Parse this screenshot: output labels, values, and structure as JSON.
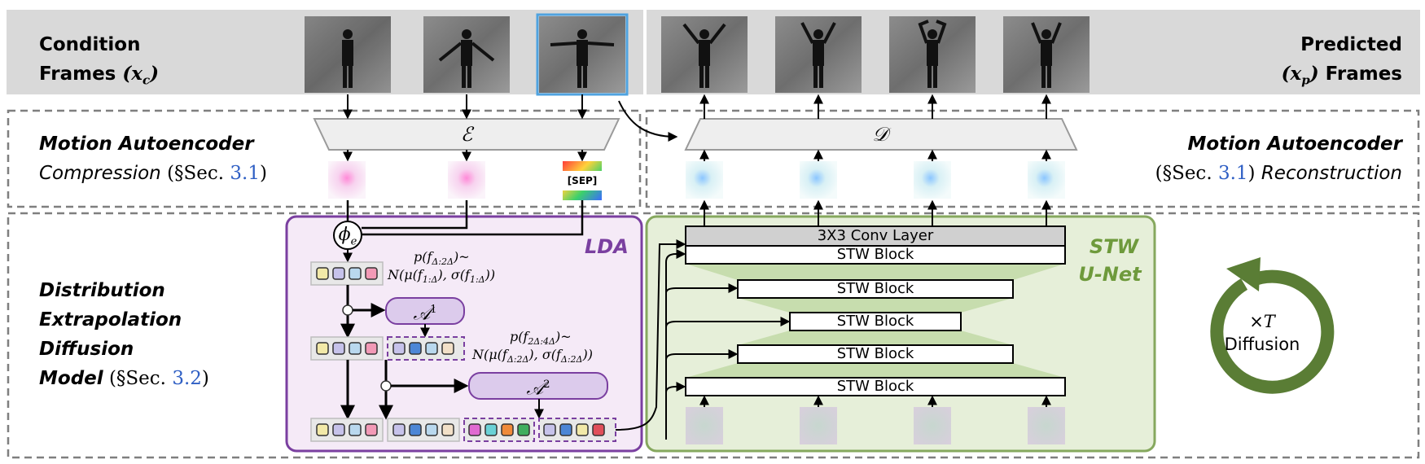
{
  "header": {
    "condition_line1": "Condition",
    "condition_line2_word": "Frames",
    "condition_math": "(x",
    "condition_sub": "c",
    "condition_close": ")",
    "predicted_line1": "Predicted",
    "predicted_math": "(x",
    "predicted_sub": "p",
    "predicted_close": ")",
    "predicted_line2_word": "Frames"
  },
  "autoencoder": {
    "left_title": "Motion Autoencoder",
    "left_word": "Compression",
    "left_sec_prefix": "(§Sec.",
    "left_sec_num": "3.1",
    "left_sec_suffix": ")",
    "right_title": "Motion Autoencoder",
    "right_sec_prefix": "(§Sec.",
    "right_sec_num": "3.1",
    "right_sec_suffix": ")",
    "right_word": "Reconstruction",
    "encoder_symbol": "ℰ",
    "decoder_symbol": "𝒟",
    "sep_token": "[SEP]"
  },
  "diffusion_model": {
    "line1": "Distribution",
    "line2": "Extrapolation",
    "line3": "Diffusion",
    "line4": "Model",
    "sec_prefix": "(§Sec.",
    "sec_num": "3.2",
    "sec_suffix": ")"
  },
  "lda": {
    "title": "LDA",
    "phi": "ϕ",
    "phi_sub": "e",
    "a1": "𝒜",
    "a1_sup": "1",
    "a2": "𝒜",
    "a2_sup": "2",
    "formula1_line1": "p(f",
    "formula1_sub1": "Δ:2Δ",
    "formula1_end1": ")~",
    "formula1_line2": "N(μ(f",
    "formula1_sub2": "1:Δ",
    "formula1_mid2": "), σ(f",
    "formula1_sub3": "1:Δ",
    "formula1_end2": "))",
    "formula2_line1": "p(f",
    "formula2_sub1": "2Δ:4Δ",
    "formula2_end1": ")~",
    "formula2_line2": "N(μ(f",
    "formula2_sub2": "Δ:2Δ",
    "formula2_mid2": "), σ(f",
    "formula2_sub3": "Δ:2Δ",
    "formula2_end2": "))"
  },
  "stw": {
    "title_line1": "STW",
    "title_line2": "U-Net",
    "conv_layer": "3X3 Conv Layer",
    "block1": "STW Block",
    "block2": "STW Block",
    "block3": "STW Block",
    "block4": "STW Block",
    "block5": "STW Block"
  },
  "diffusion_loop": {
    "times": "×",
    "times_T": "T",
    "label": "Diffusion"
  },
  "colors": {
    "header_band": "#d9d9d9",
    "lda_fill": "#f5eaf7",
    "lda_border": "#7a3fa0",
    "lda_title": "#7a3fa0",
    "stw_fill": "#e6efd9",
    "stw_border": "#86a85e",
    "stw_title": "#6e9a3c",
    "stw_taper": "#c7ddae",
    "attn_fill": "#dccbec",
    "attn_border": "#7a3fa0",
    "loop_arrow": "#5a7d35",
    "highlight_frame": "#4fa3e0",
    "link": "#2f5fc4"
  }
}
